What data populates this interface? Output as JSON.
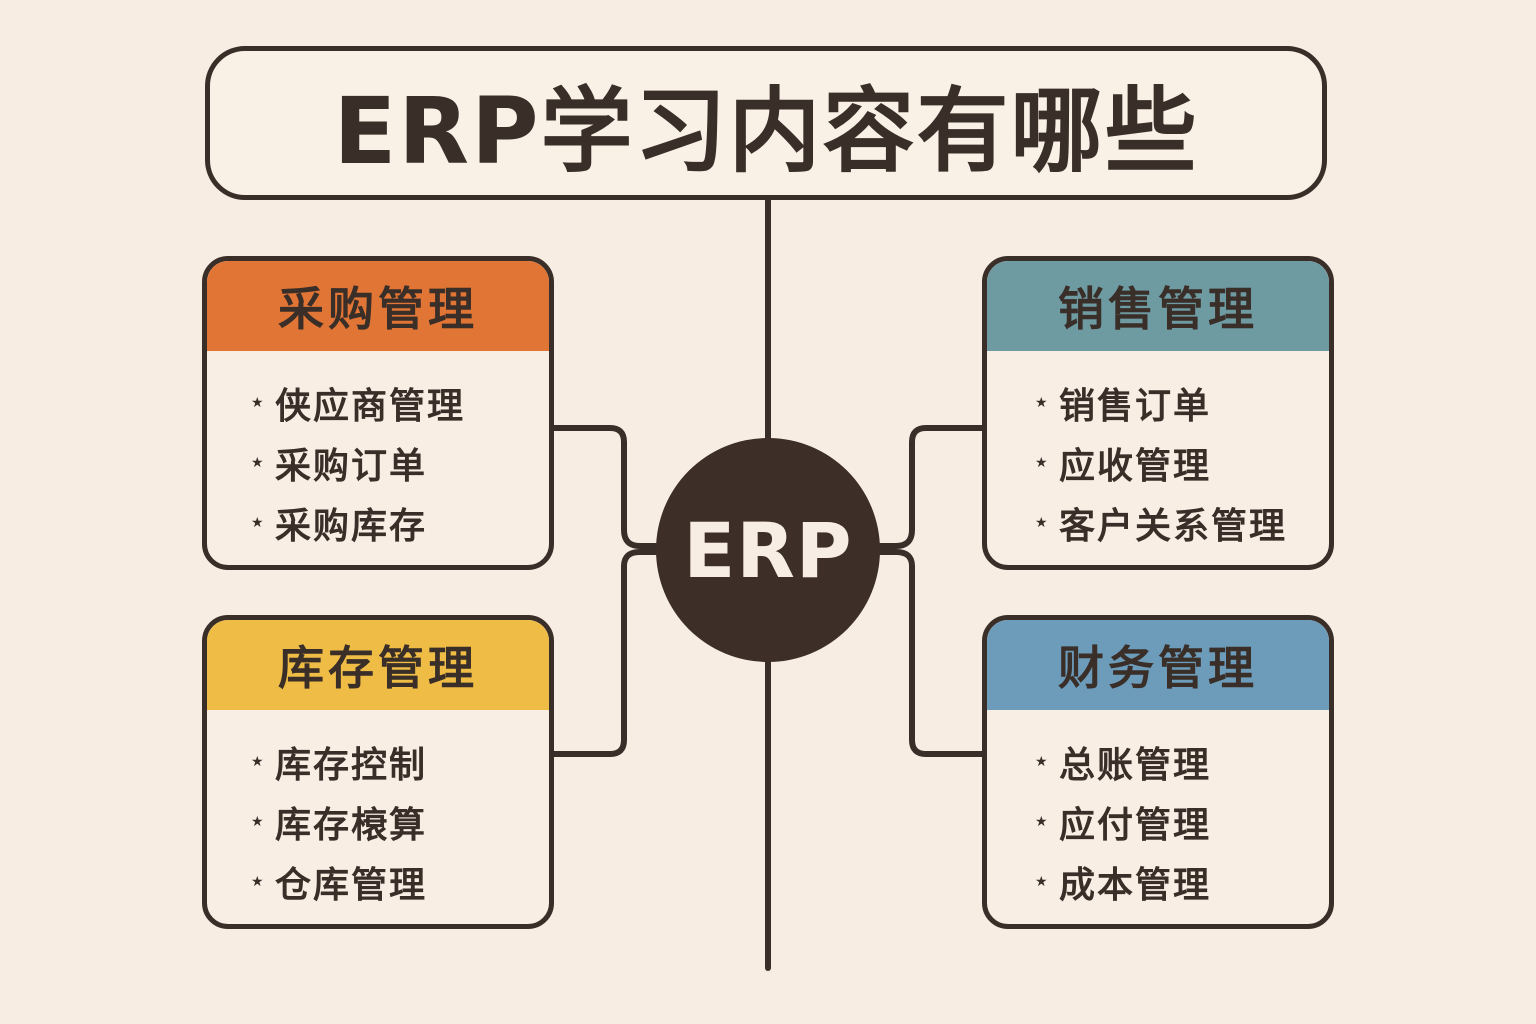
{
  "title": "ERP学习内容有哪些",
  "hub": {
    "label": "ERP"
  },
  "colors": {
    "background": "#f7ede3",
    "outline": "#3a2e28",
    "hub_fill": "#3d2f28",
    "purchase_header": "#e07535",
    "inventory_header": "#efbd45",
    "sales_header": "#6e9aa2",
    "finance_header": "#6d9cbb"
  },
  "modules": {
    "purchase": {
      "title": "采购管理",
      "items": [
        "侠应商管理",
        "采购订单",
        "采购库存"
      ]
    },
    "inventory": {
      "title": "库存管理",
      "items": [
        "库存控制",
        "库存榱算",
        "仓库管理"
      ]
    },
    "sales": {
      "title": "销售管理",
      "items": [
        "销售订单",
        "应收管理",
        "客户关系管理"
      ]
    },
    "finance": {
      "title": "财务管理",
      "items": [
        "总账管理",
        "应付管理",
        "成本管理"
      ]
    }
  },
  "bullet_icon": "★"
}
